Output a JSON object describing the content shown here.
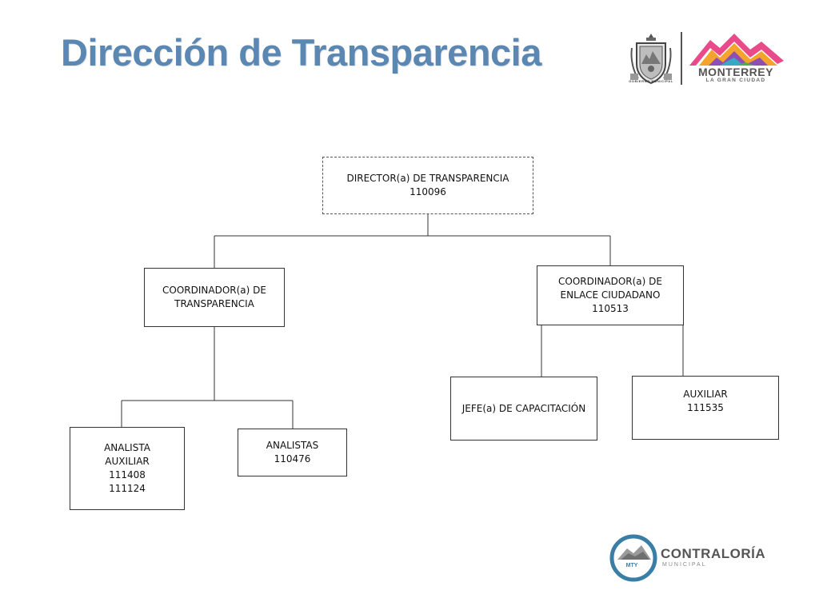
{
  "header": {
    "title": "Dirección de Transparencia",
    "seal_caption": "GOBIERNO MUNICIPAL",
    "city_logo_name": "MONTERREY",
    "city_logo_tagline": "LA GRAN CIUDAD"
  },
  "org_chart": {
    "director": {
      "lines": [
        "DIRECTOR(a) DE TRANSPARENCIA",
        "110096"
      ]
    },
    "coord_transparencia": {
      "lines": [
        "COORDINADOR(a) DE",
        "TRANSPARENCIA"
      ]
    },
    "coord_enlace": {
      "lines": [
        "COORDINADOR(a) DE",
        "ENLACE CIUDADANO",
        "110513"
      ]
    },
    "analista_auxiliar": {
      "lines": [
        "ANALISTA",
        "AUXILIAR",
        "111408",
        "111124"
      ]
    },
    "analistas": {
      "lines": [
        "ANALISTAS",
        "110476"
      ]
    },
    "jefe_capacitacion": {
      "lines": [
        "JEFE(a) DE CAPACITACIÓN"
      ]
    },
    "auxiliar": {
      "lines": [
        "AUXILIAR",
        "111535"
      ]
    }
  },
  "footer": {
    "org_name": "CONTRALORÍA",
    "org_sub": "MUNICIPAL",
    "icon_label": "MTY"
  },
  "colors": {
    "title": "#5b87b3",
    "logo_accent": "#3a7ea6",
    "lines": "#333333"
  }
}
